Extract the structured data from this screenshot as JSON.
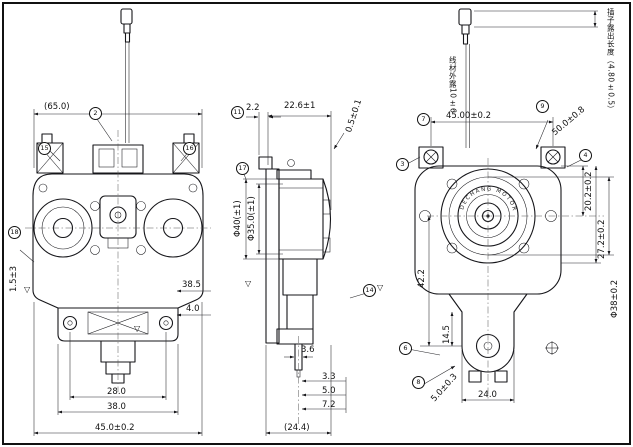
{
  "notes": {
    "terminal_length": "插子露出长度（4.80±0.5）",
    "wire_exposed": "线材外露10±6"
  },
  "rotor_marking": "DECHANG MOTOR",
  "front": {
    "overall_width_ref": "(65.0)",
    "height_1": "38.5",
    "height_2": "4.0",
    "bottom_width_1": "28.0",
    "bottom_width_2": "38.0",
    "bottom_width_3": "45.0±0.2",
    "edge_dim": "1.5±3"
  },
  "side": {
    "gap": "2.2",
    "top_width": "22.6±1",
    "step": "0.5±0.1",
    "dia_outer": "Φ40(±1)",
    "dia_inner": "Φ35.0(±1)",
    "pin_width": "3.6",
    "stack_1": "3.3",
    "stack_2": "5.0",
    "stack_3": "7.2",
    "depth_ref": "(24.4)"
  },
  "back": {
    "terminal_pitch": "45.00±0.2",
    "angle": "50.0±0.8",
    "right_1": "20.2±0.2",
    "right_2": "27.2±0.2",
    "stator_dia": "Φ38±0.2",
    "left_1": "42.2",
    "left_2": "14.5",
    "bottom_width": "24.0",
    "bottom_dim": "5.0±0.3"
  },
  "balloons": [
    {
      "label": "2"
    },
    {
      "label": "15"
    },
    {
      "label": "16"
    },
    {
      "label": "18"
    },
    {
      "label": "11"
    },
    {
      "label": "17"
    },
    {
      "label": "14"
    },
    {
      "label": "7"
    },
    {
      "label": "9"
    },
    {
      "label": "4"
    },
    {
      "label": "8"
    },
    {
      "label": "6"
    },
    {
      "label": "3"
    }
  ],
  "marks": {
    "finish": "▽"
  }
}
